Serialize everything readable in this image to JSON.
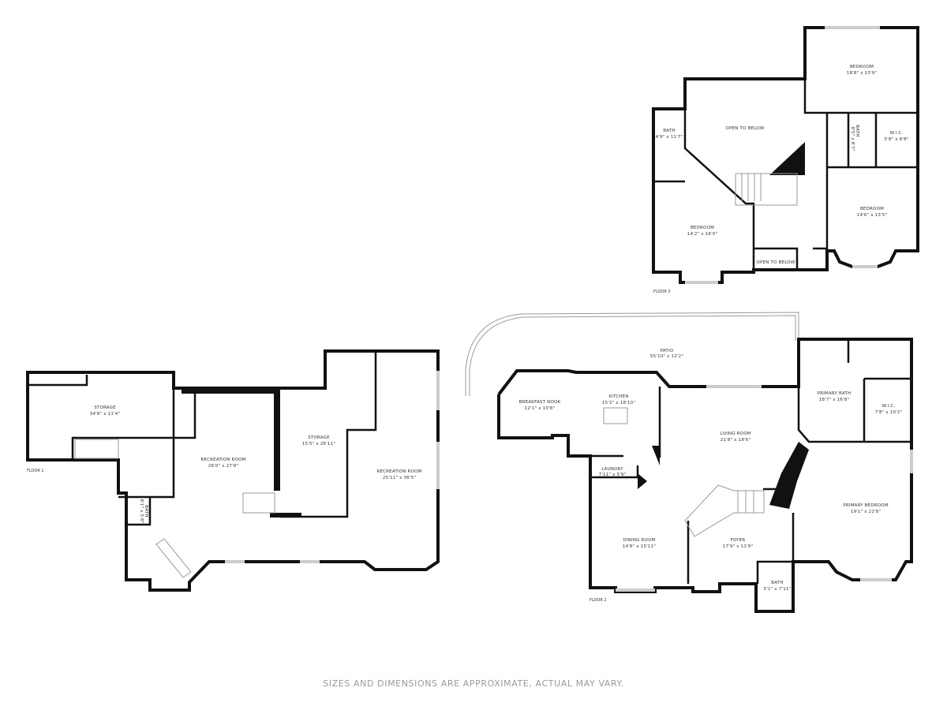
{
  "floors": {
    "floor1": {
      "label": "FLOOR 1",
      "rooms": [
        {
          "name": "STORAGE",
          "dims": "34'8\" x 11'4\""
        },
        {
          "name": "RECREATION ROOM",
          "dims": "26'0\" x 27'8\""
        },
        {
          "name": "STORAGE",
          "dims": "15'5\" x 26'11\""
        },
        {
          "name": "RECREATION ROOM",
          "dims": "25'11\" x 36'5\""
        },
        {
          "name": "BATH",
          "dims": "8'1\" x 5'8\""
        }
      ]
    },
    "floor2": {
      "label": "FLOOR 2",
      "rooms": [
        {
          "name": "PATIO",
          "dims": "55'10\" x 12'2\""
        },
        {
          "name": "BREAKFAST NOOK",
          "dims": "12'1\" x 10'8\""
        },
        {
          "name": "KITCHEN",
          "dims": "15'2\" x 18'10\""
        },
        {
          "name": "LIVING ROOM",
          "dims": "21'8\" x 18'6\""
        },
        {
          "name": "PRIMARY BATH",
          "dims": "18'7\" x 16'8\""
        },
        {
          "name": "W.I.C.",
          "dims": "7'8\" x 10'2\""
        },
        {
          "name": "LAUNDRY",
          "dims": "7'11\" x 5'9\""
        },
        {
          "name": "PRIMARY BEDROOM",
          "dims": "19'1\" x 22'8\""
        },
        {
          "name": "DINING ROOM",
          "dims": "14'6\" x 15'11\""
        },
        {
          "name": "FOYER",
          "dims": "17'9\" x 11'8\""
        },
        {
          "name": "BATH",
          "dims": "5'1\" x 7'11\""
        }
      ]
    },
    "floor3": {
      "label": "FLOOR 3",
      "rooms": [
        {
          "name": "BEDROOM",
          "dims": "18'8\" x 13'9\""
        },
        {
          "name": "OPEN TO BELOW",
          "dims": ""
        },
        {
          "name": "BATH",
          "dims": "4'9\" x 11'7\""
        },
        {
          "name": "BATH",
          "dims": "8'5\" x 8'7\""
        },
        {
          "name": "W.I.C.",
          "dims": "5'8\" x 8'8\""
        },
        {
          "name": "BEDROOM",
          "dims": "14'6\" x 13'5\""
        },
        {
          "name": "BEDROOM",
          "dims": "14'2\" x 16'0\""
        },
        {
          "name": "OPEN TO BELOW",
          "dims": ""
        }
      ]
    }
  },
  "disclaimer": "SIZES AND DIMENSIONS ARE APPROXIMATE, ACTUAL MAY VARY."
}
